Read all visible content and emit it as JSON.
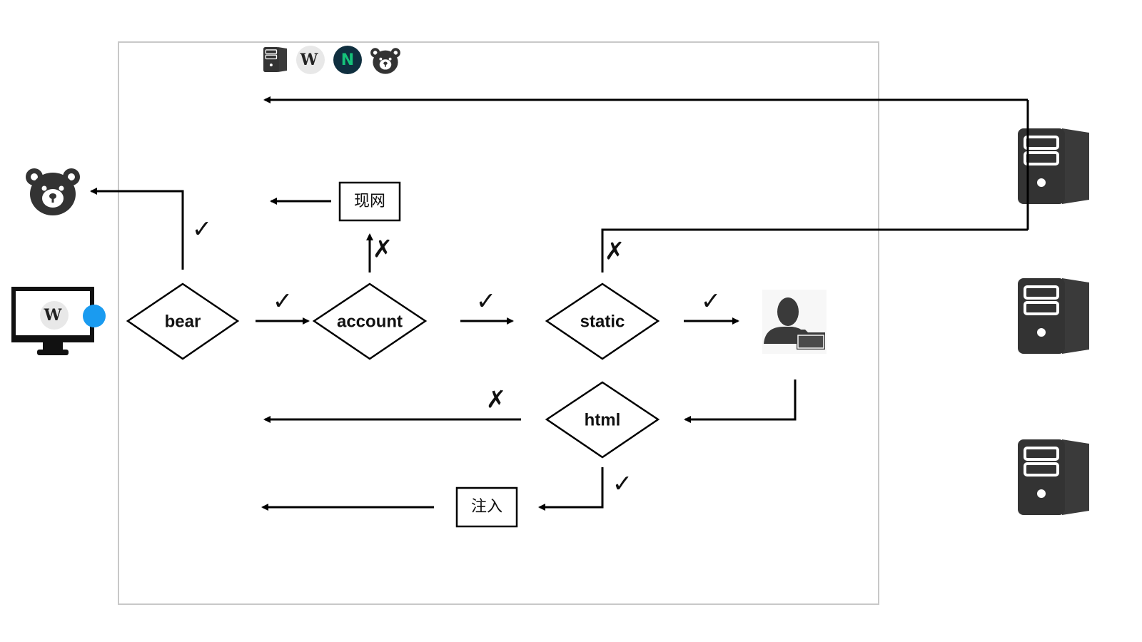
{
  "nodes": {
    "bear": "bear",
    "account": "account",
    "static": "static",
    "html": "html"
  },
  "boxes": {
    "prod": "现网",
    "inject": "注入"
  },
  "marks": {
    "check": "✓",
    "cross": "✗"
  },
  "icons": {
    "top_row": [
      "server-icon",
      "w-logo-icon",
      "n-logo-icon",
      "bear-icon"
    ],
    "left": [
      "bear-icon",
      "monitor-icon"
    ],
    "right": [
      "server-icon",
      "server-icon",
      "server-icon"
    ],
    "user": "user-folder-icon"
  },
  "colors": {
    "accent_dot": "#1a9bf0",
    "n_logo_bg": "#0f2f3f",
    "n_logo_fg": "#15c27a",
    "icon_dark": "#333333"
  }
}
